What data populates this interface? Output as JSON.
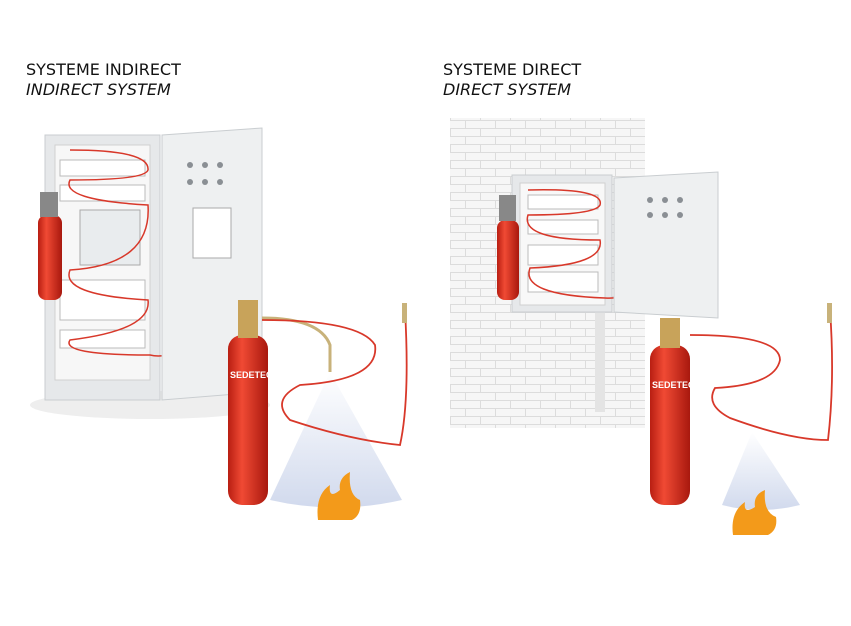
{
  "panels": [
    {
      "title": "SYSTEME INDIRECT",
      "subtitle": "INDIRECT SYSTEM"
    },
    {
      "title": "SYSTEME DIRECT",
      "subtitle": "DIRECT SYSTEM"
    }
  ],
  "brand_logo": "SEDETEC",
  "colors": {
    "cylinder": "#e0301e",
    "pipe": "#d8382a",
    "cabinet": "#eceeef",
    "wall": "#f4f4f4",
    "flame": "#f39a1a"
  }
}
